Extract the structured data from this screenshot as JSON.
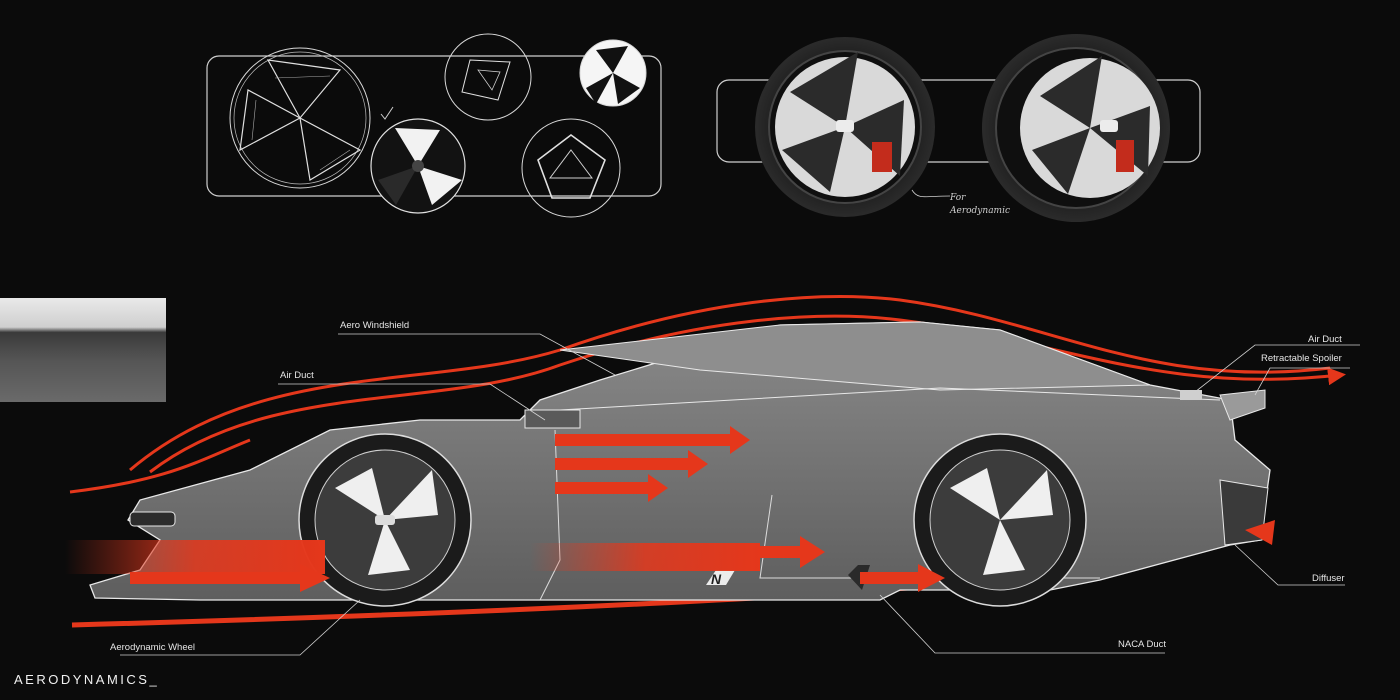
{
  "page_title": "AERODYNAMICS_",
  "sketch_note": "For Aerodynamic",
  "wheel_badge": "N",
  "callouts": {
    "aero_windshield": "Aero Windshield",
    "air_duct_front": "Air Duct",
    "air_duct_rear": "Air Duct",
    "retractable_spoiler": "Retractable Spoiler",
    "diffuser": "Diffuser",
    "naca_duct": "NACA Duct",
    "aerodynamic_wheel": "Aerodynamic Wheel"
  },
  "colors": {
    "background": "#0b0b0b",
    "airflow": "#e5371b",
    "body": "#7d7d7d",
    "outline": "#e8e8e8"
  }
}
